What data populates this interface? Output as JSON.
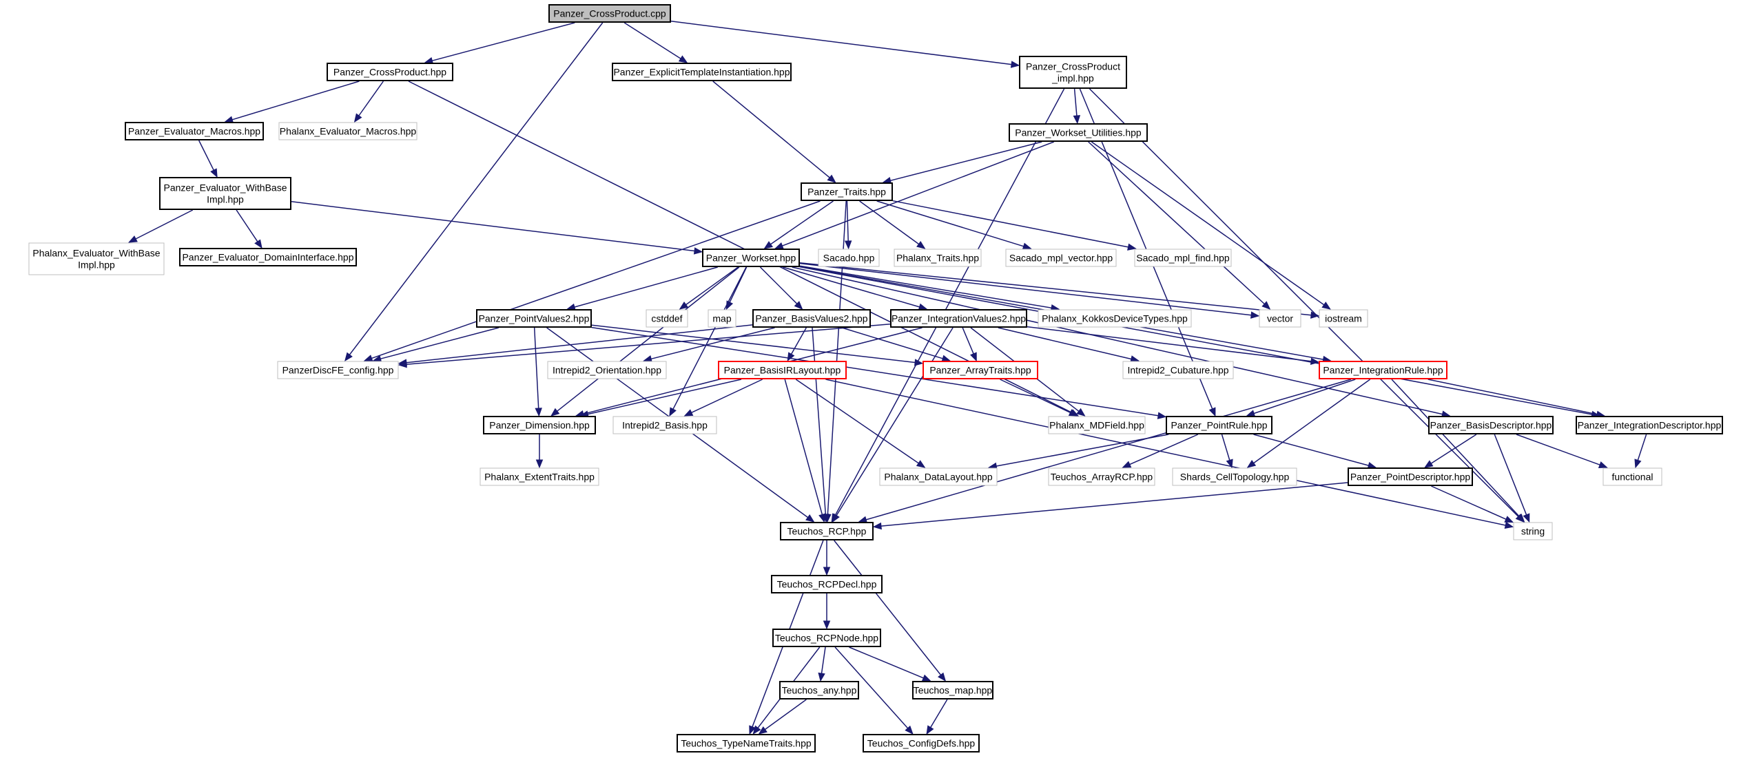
{
  "colors": {
    "root_fill": "#bfbfbf",
    "documented_border": "#000000",
    "undocumented_border": "#bfbfbf",
    "red_border": "#ff0000",
    "edge": "#191970",
    "background": "#ffffff"
  },
  "nodes": [
    {
      "id": "n_root",
      "label": "Panzer_CrossProduct.cpp",
      "style": "root"
    },
    {
      "id": "n_cph",
      "label": "Panzer_CrossProduct.hpp",
      "style": "documented"
    },
    {
      "id": "n_eti",
      "label": "Panzer_ExplicitTemplateInstantiation.hpp",
      "style": "documented"
    },
    {
      "id": "n_cpimpl",
      "label": "Panzer_CrossProduct\n_impl.hpp",
      "style": "documented"
    },
    {
      "id": "n_evm",
      "label": "Panzer_Evaluator_Macros.hpp",
      "style": "documented"
    },
    {
      "id": "n_phevm",
      "label": "Phalanx_Evaluator_Macros.hpp",
      "style": "undocumented"
    },
    {
      "id": "n_wsu",
      "label": "Panzer_Workset_Utilities.hpp",
      "style": "documented"
    },
    {
      "id": "n_evwb",
      "label": "Panzer_Evaluator_WithBase\nImpl.hpp",
      "style": "documented"
    },
    {
      "id": "n_traits",
      "label": "Panzer_Traits.hpp",
      "style": "documented"
    },
    {
      "id": "n_phevwb",
      "label": "Phalanx_Evaluator_WithBase\nImpl.hpp",
      "style": "undocumented"
    },
    {
      "id": "n_evdi",
      "label": "Panzer_Evaluator_DomainInterface.hpp",
      "style": "documented"
    },
    {
      "id": "n_workset",
      "label": "Panzer_Workset.hpp",
      "style": "documented"
    },
    {
      "id": "n_sacado",
      "label": "Sacado.hpp",
      "style": "undocumented"
    },
    {
      "id": "n_phtraits",
      "label": "Phalanx_Traits.hpp",
      "style": "undocumented"
    },
    {
      "id": "n_smv",
      "label": "Sacado_mpl_vector.hpp",
      "style": "undocumented"
    },
    {
      "id": "n_smf",
      "label": "Sacado_mpl_find.hpp",
      "style": "undocumented"
    },
    {
      "id": "n_pv2",
      "label": "Panzer_PointValues2.hpp",
      "style": "documented"
    },
    {
      "id": "n_cstddef",
      "label": "cstddef",
      "style": "undocumented"
    },
    {
      "id": "n_map",
      "label": "map",
      "style": "undocumented"
    },
    {
      "id": "n_bv2",
      "label": "Panzer_BasisValues2.hpp",
      "style": "documented"
    },
    {
      "id": "n_iv2",
      "label": "Panzer_IntegrationValues2.hpp",
      "style": "documented"
    },
    {
      "id": "n_kdt",
      "label": "Phalanx_KokkosDeviceTypes.hpp",
      "style": "undocumented"
    },
    {
      "id": "n_vector",
      "label": "vector",
      "style": "undocumented"
    },
    {
      "id": "n_iostream",
      "label": "iostream",
      "style": "undocumented"
    },
    {
      "id": "n_pdfe",
      "label": "PanzerDiscFE_config.hpp",
      "style": "undocumented"
    },
    {
      "id": "n_i2o",
      "label": "Intrepid2_Orientation.hpp",
      "style": "undocumented"
    },
    {
      "id": "n_birl",
      "label": "Panzer_BasisIRLayout.hpp",
      "style": "red"
    },
    {
      "id": "n_at",
      "label": "Panzer_ArrayTraits.hpp",
      "style": "red"
    },
    {
      "id": "n_i2c",
      "label": "Intrepid2_Cubature.hpp",
      "style": "undocumented"
    },
    {
      "id": "n_ir",
      "label": "Panzer_IntegrationRule.hpp",
      "style": "red"
    },
    {
      "id": "n_dim",
      "label": "Panzer_Dimension.hpp",
      "style": "documented"
    },
    {
      "id": "n_i2b",
      "label": "Intrepid2_Basis.hpp",
      "style": "undocumented"
    },
    {
      "id": "n_mdf",
      "label": "Phalanx_MDField.hpp",
      "style": "undocumented"
    },
    {
      "id": "n_pr",
      "label": "Panzer_PointRule.hpp",
      "style": "documented"
    },
    {
      "id": "n_bd",
      "label": "Panzer_BasisDescriptor.hpp",
      "style": "documented"
    },
    {
      "id": "n_id",
      "label": "Panzer_IntegrationDescriptor.hpp",
      "style": "documented"
    },
    {
      "id": "n_pet",
      "label": "Phalanx_ExtentTraits.hpp",
      "style": "undocumented"
    },
    {
      "id": "n_pdl",
      "label": "Phalanx_DataLayout.hpp",
      "style": "undocumented"
    },
    {
      "id": "n_tarcp",
      "label": "Teuchos_ArrayRCP.hpp",
      "style": "undocumented"
    },
    {
      "id": "n_sct",
      "label": "Shards_CellTopology.hpp",
      "style": "undocumented"
    },
    {
      "id": "n_pd",
      "label": "Panzer_PointDescriptor.hpp",
      "style": "documented"
    },
    {
      "id": "n_functional",
      "label": "functional",
      "style": "undocumented"
    },
    {
      "id": "n_trcp",
      "label": "Teuchos_RCP.hpp",
      "style": "documented"
    },
    {
      "id": "n_string",
      "label": "string",
      "style": "undocumented"
    },
    {
      "id": "n_trcpdecl",
      "label": "Teuchos_RCPDecl.hpp",
      "style": "documented"
    },
    {
      "id": "n_trcpnode",
      "label": "Teuchos_RCPNode.hpp",
      "style": "documented"
    },
    {
      "id": "n_tany",
      "label": "Teuchos_any.hpp",
      "style": "documented"
    },
    {
      "id": "n_tmap",
      "label": "Teuchos_map.hpp",
      "style": "documented"
    },
    {
      "id": "n_ttnt",
      "label": "Teuchos_TypeNameTraits.hpp",
      "style": "documented"
    },
    {
      "id": "n_tcd",
      "label": "Teuchos_ConfigDefs.hpp",
      "style": "documented"
    }
  ],
  "edges": [
    {
      "from": "n_root",
      "to": "n_cph"
    },
    {
      "from": "n_root",
      "to": "n_eti"
    },
    {
      "from": "n_root",
      "to": "n_cpimpl"
    },
    {
      "from": "n_root",
      "to": "n_pdfe"
    },
    {
      "from": "n_cph",
      "to": "n_evm"
    },
    {
      "from": "n_cph",
      "to": "n_phevm"
    },
    {
      "from": "n_cph",
      "to": "n_mdf"
    },
    {
      "from": "n_eti",
      "to": "n_traits"
    },
    {
      "from": "n_cpimpl",
      "to": "n_wsu"
    },
    {
      "from": "n_cpimpl",
      "to": "n_trcp"
    },
    {
      "from": "n_cpimpl",
      "to": "n_pr"
    },
    {
      "from": "n_cpimpl",
      "to": "n_string"
    },
    {
      "from": "n_evm",
      "to": "n_evwb"
    },
    {
      "from": "n_evwb",
      "to": "n_phevwb"
    },
    {
      "from": "n_evwb",
      "to": "n_evdi"
    },
    {
      "from": "n_evwb",
      "to": "n_workset"
    },
    {
      "from": "n_wsu",
      "to": "n_traits"
    },
    {
      "from": "n_wsu",
      "to": "n_workset"
    },
    {
      "from": "n_wsu",
      "to": "n_vector"
    },
    {
      "from": "n_wsu",
      "to": "n_iostream"
    },
    {
      "from": "n_traits",
      "to": "n_workset"
    },
    {
      "from": "n_traits",
      "to": "n_sacado"
    },
    {
      "from": "n_traits",
      "to": "n_phtraits"
    },
    {
      "from": "n_traits",
      "to": "n_smv"
    },
    {
      "from": "n_traits",
      "to": "n_smf"
    },
    {
      "from": "n_traits",
      "to": "n_pdfe"
    },
    {
      "from": "n_traits",
      "to": "n_trcp"
    },
    {
      "from": "n_workset",
      "to": "n_pv2"
    },
    {
      "from": "n_workset",
      "to": "n_cstddef"
    },
    {
      "from": "n_workset",
      "to": "n_map"
    },
    {
      "from": "n_workset",
      "to": "n_bv2"
    },
    {
      "from": "n_workset",
      "to": "n_iv2"
    },
    {
      "from": "n_workset",
      "to": "n_kdt"
    },
    {
      "from": "n_workset",
      "to": "n_vector"
    },
    {
      "from": "n_workset",
      "to": "n_iostream"
    },
    {
      "from": "n_workset",
      "to": "n_dim"
    },
    {
      "from": "n_workset",
      "to": "n_i2b"
    },
    {
      "from": "n_workset",
      "to": "n_ir"
    },
    {
      "from": "n_workset",
      "to": "n_bd"
    },
    {
      "from": "n_workset",
      "to": "n_id"
    },
    {
      "from": "n_pv2",
      "to": "n_pdfe"
    },
    {
      "from": "n_pv2",
      "to": "n_at"
    },
    {
      "from": "n_pv2",
      "to": "n_dim"
    },
    {
      "from": "n_pv2",
      "to": "n_pr"
    },
    {
      "from": "n_pv2",
      "to": "n_trcp"
    },
    {
      "from": "n_bv2",
      "to": "n_pdfe"
    },
    {
      "from": "n_bv2",
      "to": "n_i2o"
    },
    {
      "from": "n_bv2",
      "to": "n_birl"
    },
    {
      "from": "n_bv2",
      "to": "n_at"
    },
    {
      "from": "n_bv2",
      "to": "n_trcp"
    },
    {
      "from": "n_iv2",
      "to": "n_pdfe"
    },
    {
      "from": "n_iv2",
      "to": "n_at"
    },
    {
      "from": "n_iv2",
      "to": "n_i2c"
    },
    {
      "from": "n_iv2",
      "to": "n_ir"
    },
    {
      "from": "n_iv2",
      "to": "n_dim"
    },
    {
      "from": "n_iv2",
      "to": "n_mdf"
    },
    {
      "from": "n_iv2",
      "to": "n_trcp"
    },
    {
      "from": "n_birl",
      "to": "n_dim"
    },
    {
      "from": "n_birl",
      "to": "n_i2b"
    },
    {
      "from": "n_birl",
      "to": "n_pdl"
    },
    {
      "from": "n_birl",
      "to": "n_trcp"
    },
    {
      "from": "n_birl",
      "to": "n_string"
    },
    {
      "from": "n_at",
      "to": "n_mdf"
    },
    {
      "from": "n_ir",
      "to": "n_pr"
    },
    {
      "from": "n_ir",
      "to": "n_sct"
    },
    {
      "from": "n_ir",
      "to": "n_id"
    },
    {
      "from": "n_ir",
      "to": "n_trcp"
    },
    {
      "from": "n_ir",
      "to": "n_string"
    },
    {
      "from": "n_dim",
      "to": "n_pet"
    },
    {
      "from": "n_pr",
      "to": "n_pdl"
    },
    {
      "from": "n_pr",
      "to": "n_tarcp"
    },
    {
      "from": "n_pr",
      "to": "n_sct"
    },
    {
      "from": "n_pr",
      "to": "n_pd"
    },
    {
      "from": "n_bd",
      "to": "n_pd"
    },
    {
      "from": "n_bd",
      "to": "n_functional"
    },
    {
      "from": "n_bd",
      "to": "n_string"
    },
    {
      "from": "n_id",
      "to": "n_functional"
    },
    {
      "from": "n_pd",
      "to": "n_trcp"
    },
    {
      "from": "n_pd",
      "to": "n_string"
    },
    {
      "from": "n_trcp",
      "to": "n_trcpdecl"
    },
    {
      "from": "n_trcp",
      "to": "n_ttnt"
    },
    {
      "from": "n_trcp",
      "to": "n_tmap"
    },
    {
      "from": "n_trcpdecl",
      "to": "n_trcpnode"
    },
    {
      "from": "n_trcpnode",
      "to": "n_tany"
    },
    {
      "from": "n_trcpnode",
      "to": "n_tmap"
    },
    {
      "from": "n_trcpnode",
      "to": "n_ttnt"
    },
    {
      "from": "n_trcpnode",
      "to": "n_tcd"
    },
    {
      "from": "n_tany",
      "to": "n_ttnt"
    },
    {
      "from": "n_tmap",
      "to": "n_tcd"
    }
  ]
}
